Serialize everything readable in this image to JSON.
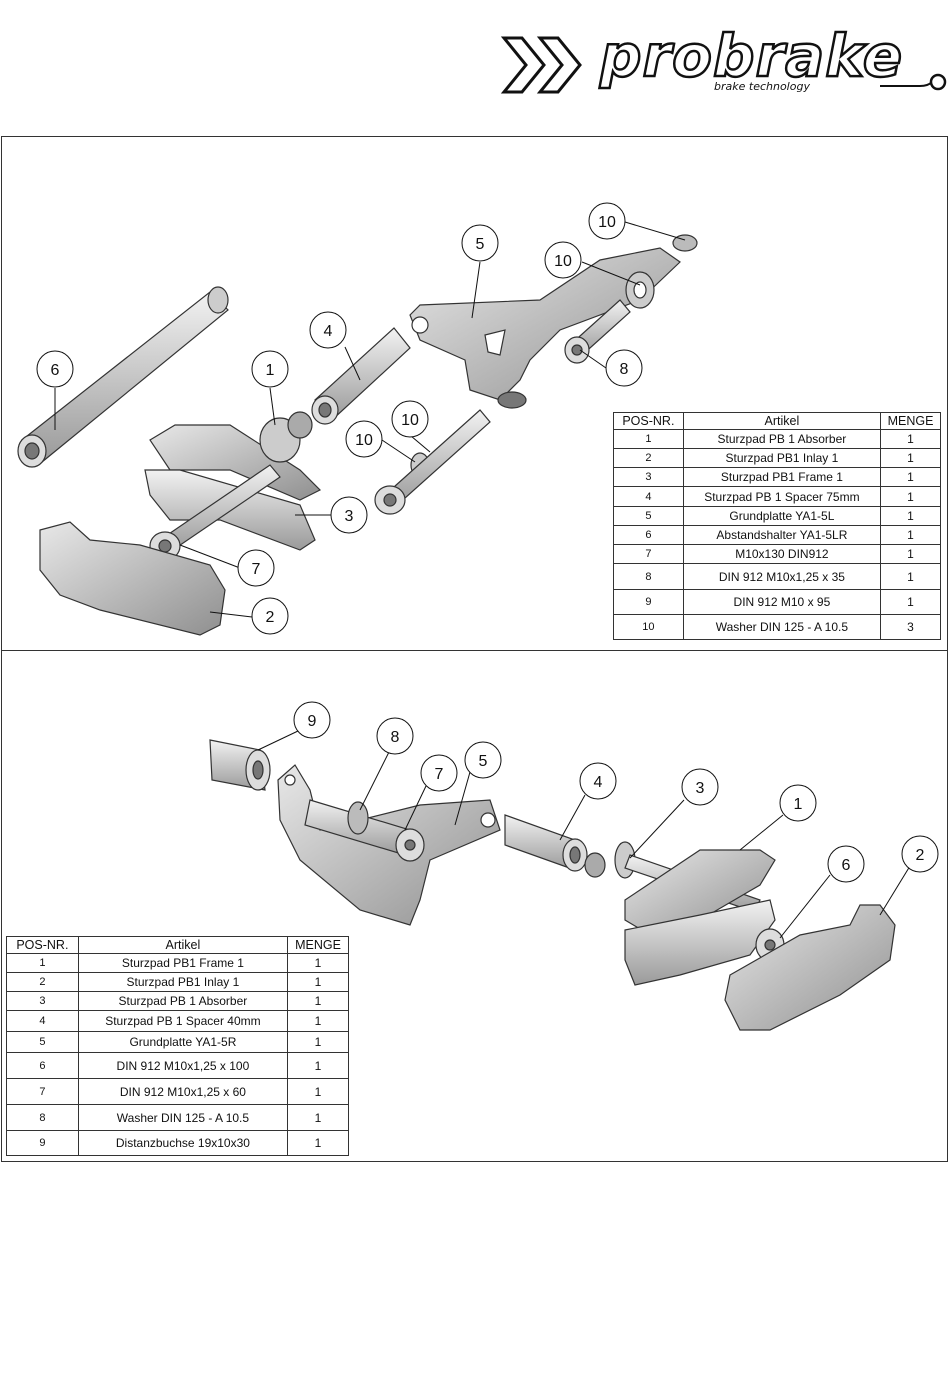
{
  "logo": {
    "wordmark": "probrake",
    "tagline": "brake technology"
  },
  "table_top": {
    "headers": [
      "POS-NR.",
      "Artikel",
      "MENGE"
    ],
    "rows": [
      [
        "1",
        "Sturzpad PB 1 Absorber",
        "1"
      ],
      [
        "2",
        "Sturzpad PB1 Inlay 1",
        "1"
      ],
      [
        "3",
        "Sturzpad PB1 Frame 1",
        "1"
      ],
      [
        "4",
        "Sturzpad PB 1 Spacer 75mm",
        "1"
      ],
      [
        "5",
        "Grundplatte YA1-5L",
        "1"
      ],
      [
        "6",
        "Abstandshalter YA1-5LR",
        "1"
      ],
      [
        "7",
        "M10x130 DIN912",
        "1"
      ],
      [
        "8",
        "DIN 912 M10x1,25 x 35",
        "1"
      ],
      [
        "9",
        "DIN 912 M10 x 95",
        "1"
      ],
      [
        "10",
        "Washer DIN 125 - A 10.5",
        "3"
      ]
    ]
  },
  "table_bottom": {
    "headers": [
      "POS-NR.",
      "Artikel",
      "MENGE"
    ],
    "rows": [
      [
        "1",
        "Sturzpad PB1 Frame 1",
        "1"
      ],
      [
        "2",
        "Sturzpad PB1 Inlay 1",
        "1"
      ],
      [
        "3",
        "Sturzpad PB 1 Absorber",
        "1"
      ],
      [
        "4",
        "Sturzpad PB 1 Spacer 40mm",
        "1"
      ],
      [
        "5",
        "Grundplatte YA1-5R",
        "1"
      ],
      [
        "6",
        "DIN 912 M10x1,25 x 100",
        "1"
      ],
      [
        "7",
        "DIN 912 M10x1,25 x 60",
        "1"
      ],
      [
        "8",
        "Washer DIN 125 - A 10.5",
        "1"
      ],
      [
        "9",
        "Distanzbuchse 19x10x30",
        "1"
      ]
    ]
  },
  "callouts_top": [
    "10",
    "5",
    "10",
    "6",
    "4",
    "1",
    "8",
    "10",
    "10",
    "3",
    "7",
    "2"
  ],
  "callouts_bottom": [
    "9",
    "8",
    "7",
    "5",
    "4",
    "3",
    "1",
    "6",
    "2"
  ]
}
